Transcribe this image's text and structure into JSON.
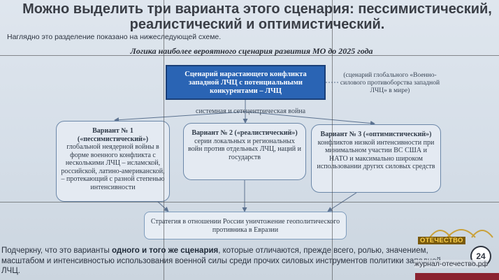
{
  "slide": {
    "title": "Можно выделить три варианта этого сценария: пессимистический, реалистический и оптимистический.",
    "intro": "Наглядно это разделение показано на нижеследующей схеме.",
    "logic_title": "Логика наиболее вероятного сценария развития МО до 2025 года"
  },
  "diagram": {
    "central": "Сценарий нарастающего конфликта западной ЛЧЦ с потенциальными конкурентами – ЛЧЦ",
    "side_note": "(сценарий глобального «Военно-силового противоборства западной ЛЧЦ» в мире)",
    "war_label": "системная и   сетецентрическая война",
    "variant1": {
      "head": "Вариант № 1 («пессимистический»)",
      "text": "глобальной неядерной войны в форме военного конфликта с несколькими ЛЧЦ – исламской, российской, латино-американской, – протекающий с разной степенью интенсивности"
    },
    "variant2": {
      "head": "Вариант № 2 («реалистический»)",
      "text": "серии локальных и региональных войн против отдельных ЛЧЦ, наций и государств"
    },
    "variant3": {
      "head": "Вариант № 3 («оптимистический»)",
      "text": "конфликтов низкой интенсивности при минимальном участии ВС США и НАТО и максимально широком использовании других силовых средств"
    },
    "strategy": "Стратегия в отношении России уничтожение геополитического противника в Евразии"
  },
  "bottom_text": {
    "part1": "Подчеркну, что это варианты ",
    "emphasis": "одного и того же сценария",
    "part2": ", которые отличаются, прежде всего, ролью, значением, масштабом и интенсивностью использования военной силы среди прочих силовых инструментов политики западной ЛЧЦ."
  },
  "broadcast": {
    "brand": "ОТЕЧЕСТВО",
    "site": "журнал-отечество.рф",
    "channel_number": "24"
  },
  "colors": {
    "central_box": "#2a64b4",
    "variant_border": "#6b87a8",
    "brand_gold": "#ffd34d"
  }
}
